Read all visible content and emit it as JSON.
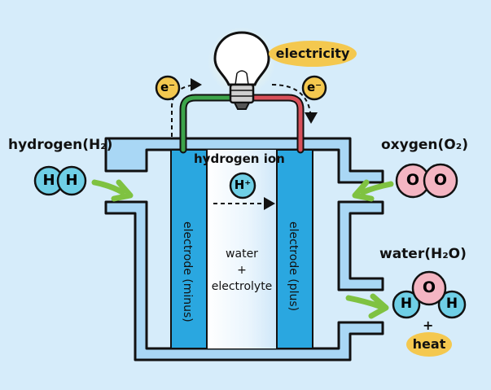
{
  "labels": {
    "hydrogen": "hydrogen(H₂)",
    "oxygen": "oxygen(O₂)",
    "water": "water(H₂O)",
    "hydrogen_ion": "hydrogen ion",
    "electricity": "electricity",
    "electrode_minus": "electrode (minus)",
    "electrode_plus": "electrode (plus)",
    "center_line1": "water",
    "center_line2": "+",
    "center_line3": "electrolyte",
    "plus": "+",
    "heat": "heat"
  },
  "molecules": {
    "hydrogen": [
      "H",
      "H"
    ],
    "oxygen": [
      "O",
      "O"
    ],
    "water": [
      "H",
      "O",
      "H"
    ],
    "ion": "H⁺",
    "electron": "e⁻"
  },
  "colors": {
    "background": "#d6ecfa",
    "electrode": "#2aa7e0",
    "tank_wall": "#a9d7f5",
    "wire_left": "#3da44a",
    "wire_right": "#d8505a",
    "arrow": "#7fc241",
    "label_bubble": "#f4c84f",
    "hydrogen_atom": "#6fcfe6",
    "oxygen_atom": "#f4b5c2"
  }
}
